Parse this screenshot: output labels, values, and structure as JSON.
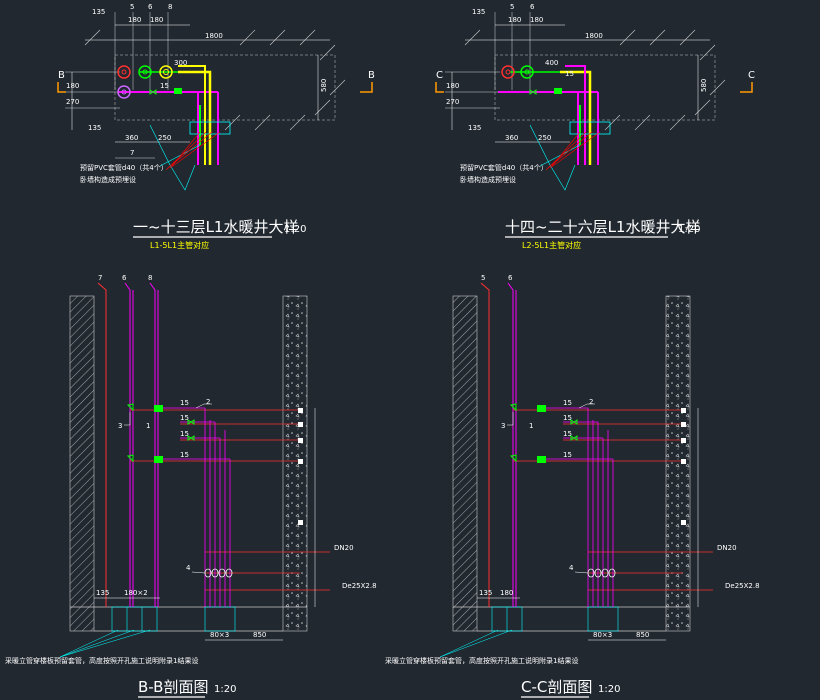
{
  "plans": [
    {
      "title": "一~十三层L1水暖井大样",
      "scale": "1:20",
      "subtitle": "L1-5L1主管对应",
      "section_letter": "B",
      "dims": {
        "top_labels": [
          "135",
          "5",
          "6",
          "8"
        ],
        "top_dims": [
          "180",
          "180",
          "1800"
        ],
        "side": [
          "580",
          "180",
          "270",
          "135"
        ],
        "bottom": [
          "360",
          "250",
          "7"
        ],
        "pipe_dims": [
          "300",
          "15"
        ]
      },
      "notes": [
        "预留PVC套管d40（共4个）",
        "卧墙构造成预埋设"
      ]
    },
    {
      "title": "十四~二十六层L1水暖井大样",
      "scale": "1:20",
      "subtitle": "L2-5L1主管对应",
      "section_letter": "C",
      "dims": {
        "top_labels": [
          "135",
          "5",
          "6"
        ],
        "top_dims": [
          "180",
          "180",
          "1800"
        ],
        "side": [
          "580",
          "180",
          "270",
          "135"
        ],
        "bottom": [
          "360",
          "250"
        ],
        "pipe_dims": [
          "400",
          "15"
        ]
      },
      "notes": [
        "预留PVC套管d40（共4个）",
        "卧墙构造成预埋设"
      ]
    }
  ],
  "sections": [
    {
      "title": "B-B剖面图",
      "scale": "1:20",
      "pipe_labels": [
        "7",
        "6",
        "8"
      ],
      "callouts": [
        "1",
        "2",
        "3",
        "4"
      ],
      "branch_dims": [
        "15",
        "15",
        "15",
        "15"
      ],
      "right_labels": [
        "DN20",
        "De25X2.8"
      ],
      "bottom_dims": [
        "135",
        "180×2",
        "80×3",
        "850"
      ],
      "note": "采暖立管穿楼板预留套管，高度按照开孔施工说明附录1结果设"
    },
    {
      "title": "C-C剖面图",
      "scale": "1:20",
      "pipe_labels": [
        "5",
        "6"
      ],
      "callouts": [
        "1",
        "2",
        "3",
        "4"
      ],
      "branch_dims": [
        "15",
        "15",
        "15",
        "15"
      ],
      "right_labels": [
        "DN20",
        "De25X2.8"
      ],
      "bottom_dims": [
        "135",
        "180",
        "80×3",
        "850"
      ],
      "note": "采暖立管穿楼板预留套管，高度按照开孔施工说明附录1结果设"
    }
  ],
  "colors": {
    "background": "#212830",
    "white": "#ffffff",
    "yellow": "#ffff00",
    "green": "#00ff00",
    "magenta": "#ff00ff",
    "red": "#ff3030",
    "cyan": "#00ffff",
    "orange": "#ff9900"
  }
}
